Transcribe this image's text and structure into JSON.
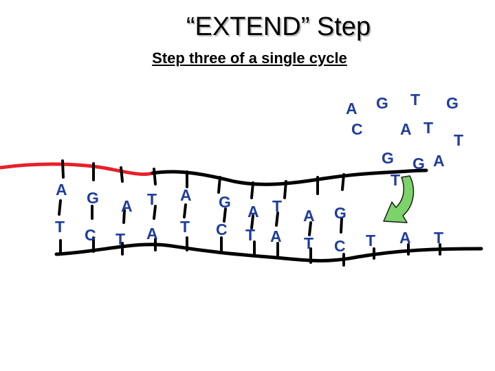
{
  "title": "“EXTEND” Step",
  "subtitle": "Step three of a single cycle",
  "colors": {
    "black": "#000000",
    "red": "#e8202a",
    "green": "#7bd36a",
    "free_bases": "#1f3d9c"
  },
  "template_top": [
    "A",
    "G",
    "A",
    "T",
    "A",
    "G",
    "A",
    "T",
    "A",
    "G"
  ],
  "template_bottom": [
    "T",
    "C",
    "T",
    "A",
    "T",
    "C",
    "T",
    "A",
    "T",
    "C",
    "T",
    "A",
    "T"
  ],
  "free_bases": [
    "A",
    "G",
    "T",
    "G",
    "C",
    "A",
    "T",
    "T",
    "G",
    "G",
    "A",
    "T"
  ],
  "arrow": "curved-arrow-icon"
}
